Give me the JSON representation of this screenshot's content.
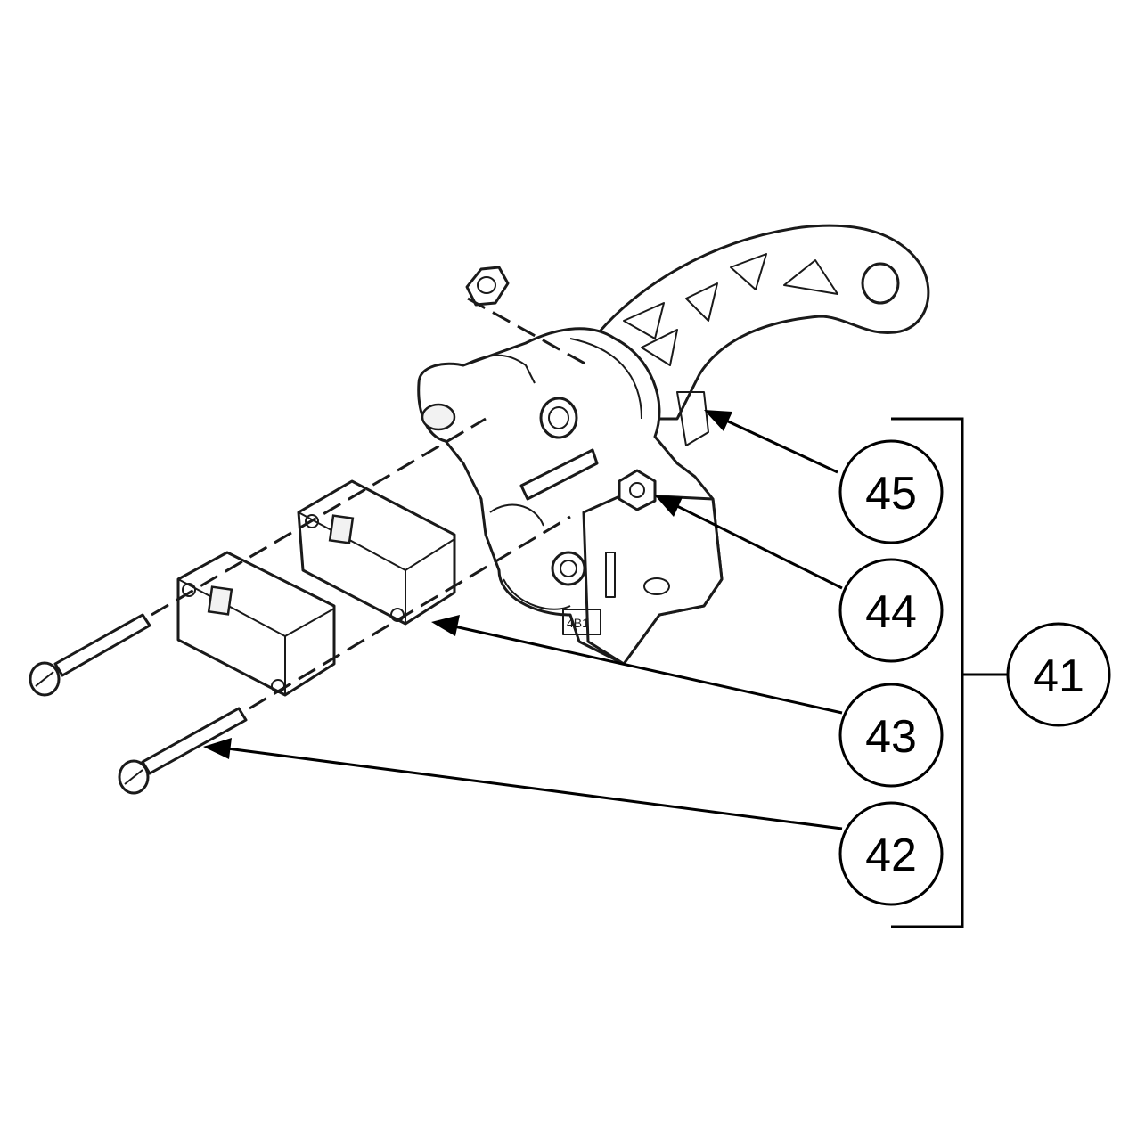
{
  "callouts": [
    {
      "id": "41",
      "label": "41"
    },
    {
      "id": "42",
      "label": "42"
    },
    {
      "id": "43",
      "label": "43"
    },
    {
      "id": "44",
      "label": "44"
    },
    {
      "id": "45",
      "label": "45"
    }
  ],
  "part_marking": "4B1",
  "colors": {
    "line": "#1a1a1a",
    "background": "#ffffff"
  }
}
